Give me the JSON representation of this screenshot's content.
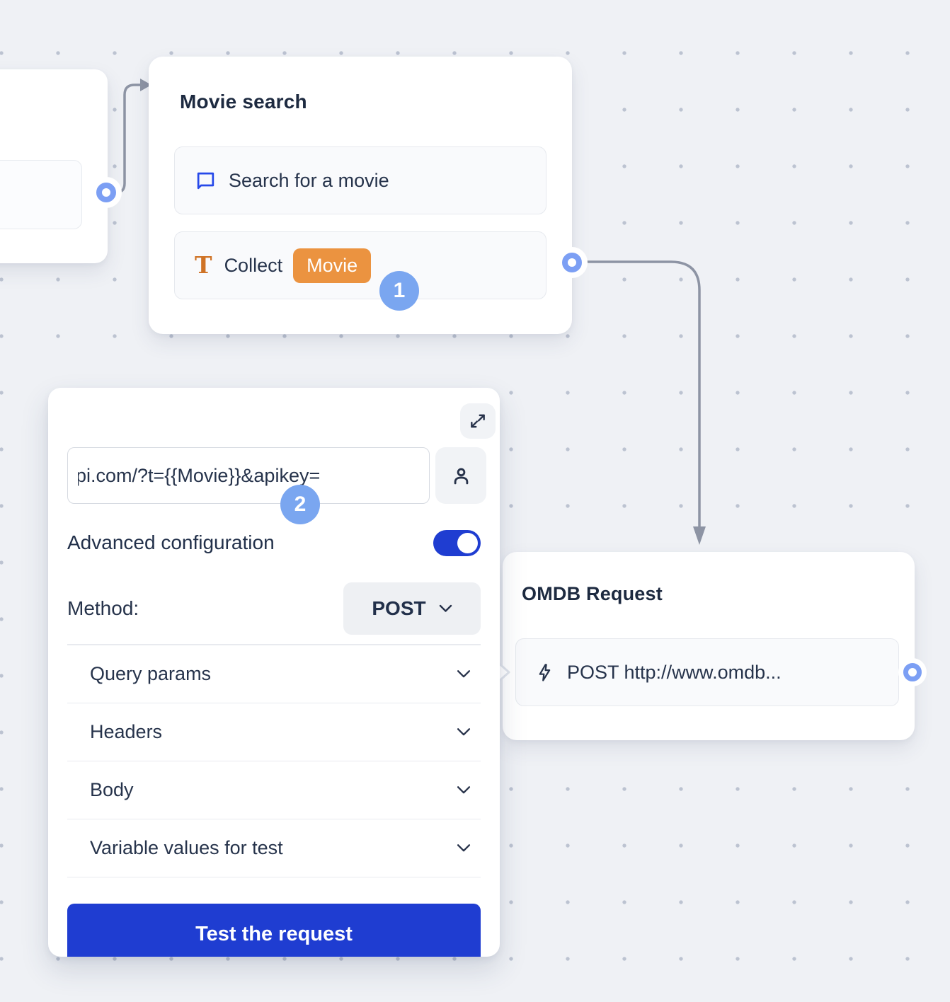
{
  "flow": {
    "movie_search": {
      "title": "Movie search",
      "items": [
        {
          "icon": "chat-bubble-icon",
          "label": "Search for a movie"
        },
        {
          "icon": "text-input-icon",
          "icon_glyph": "T",
          "label": "Collect",
          "variable": "Movie"
        }
      ]
    },
    "omdb_request": {
      "title": "OMDB Request",
      "items": [
        {
          "icon": "lightning-icon",
          "label": "POST http://www.omdb..."
        }
      ]
    }
  },
  "panel": {
    "url_field": {
      "value": "ipi.com/?t={{Movie}}&apikey="
    },
    "advanced": {
      "label": "Advanced configuration",
      "enabled": true
    },
    "method_label": "Method:",
    "method_value": "POST",
    "sections": [
      {
        "label": "Query params"
      },
      {
        "label": "Headers"
      },
      {
        "label": "Body"
      },
      {
        "label": "Variable values for test"
      }
    ],
    "test_button_label": "Test the request"
  },
  "badges": {
    "step1": "1",
    "step2": "2"
  },
  "icons": [
    "expand-icon",
    "person-icon",
    "chevron-down-icon",
    "chat-bubble-icon",
    "text-input-icon",
    "lightning-icon"
  ],
  "colors": {
    "accent_blue": "#1f3dd1",
    "step_badge_blue": "#7aa6f0",
    "connector_blue": "#7c9ff4",
    "variable_orange": "#eb9340",
    "icon_orange": "#cf7326",
    "icon_blue": "#2749e9",
    "wire_gray": "#8d94a4",
    "text_dark": "#26334b",
    "canvas_bg": "#eff1f5"
  }
}
